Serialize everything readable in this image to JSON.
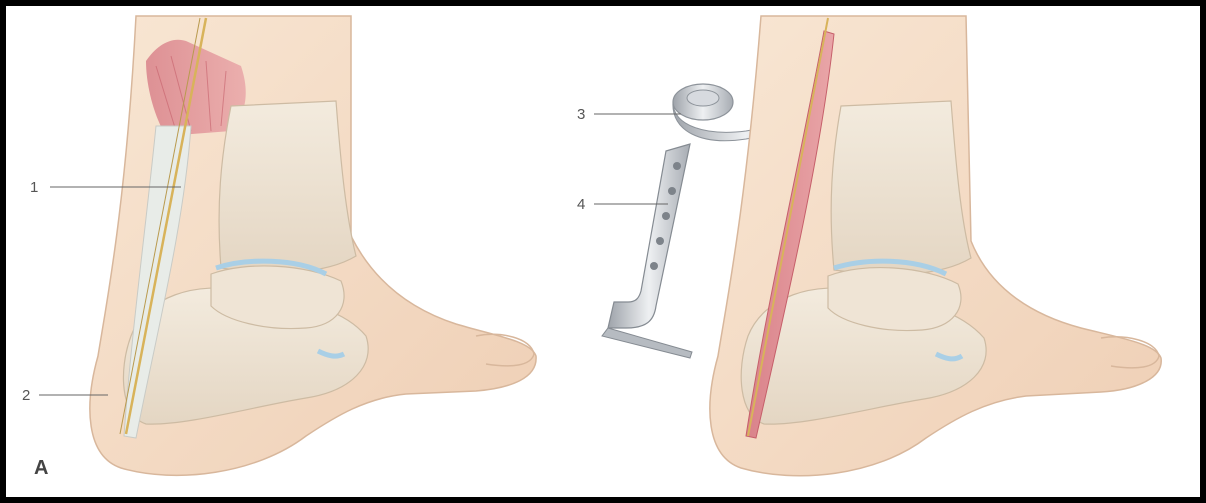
{
  "figure": {
    "panel_label": "A",
    "callouts": [
      {
        "number": "1"
      },
      {
        "number": "2"
      },
      {
        "number": "3"
      },
      {
        "number": "4"
      }
    ]
  }
}
